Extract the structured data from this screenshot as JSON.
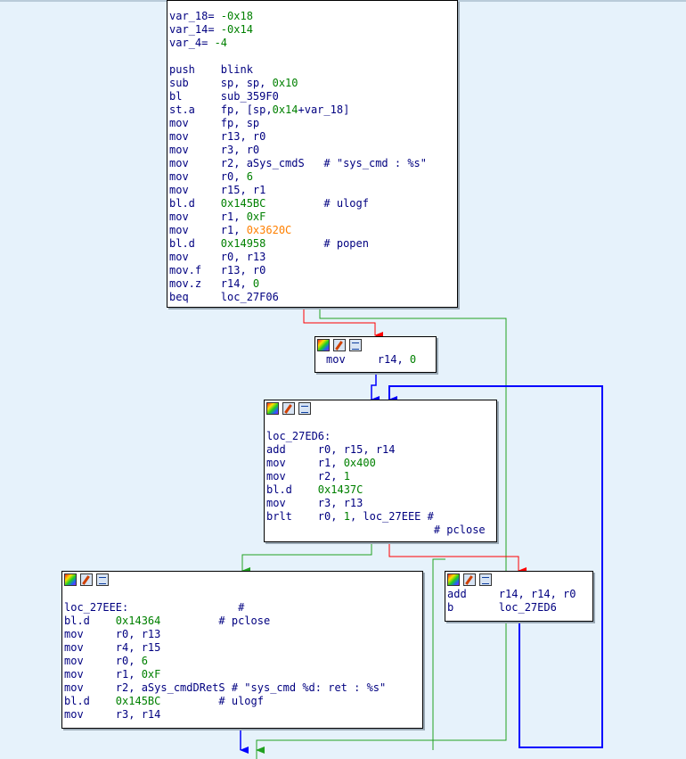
{
  "colors": {
    "background": "#e6f2fb",
    "edge_true": "#21a121",
    "edge_false": "#ff0000",
    "edge_uncond": "#0000ff",
    "text": "#000080",
    "number": "#008000",
    "address": "#ff8000"
  },
  "icons": [
    "color-palette-icon",
    "edit-icon",
    "graph-view-icon"
  ],
  "nodes": [
    {
      "id": "block-entry",
      "header": false,
      "lines": [
        [
          [
            "var_18= ",
            "lab"
          ],
          [
            "-0x18",
            "num"
          ]
        ],
        [
          [
            "var_14= ",
            "lab"
          ],
          [
            "-0x14",
            "num"
          ]
        ],
        [
          [
            "var_4= ",
            "lab"
          ],
          [
            "-4",
            "num"
          ]
        ],
        [],
        [
          [
            "push    ",
            "mn"
          ],
          [
            "blink",
            "op"
          ]
        ],
        [
          [
            "sub     ",
            "mn"
          ],
          [
            "sp, sp, ",
            "op"
          ],
          [
            "0x10",
            "num"
          ]
        ],
        [
          [
            "bl      ",
            "mn"
          ],
          [
            "sub_359F0",
            "op"
          ]
        ],
        [
          [
            "st.a    ",
            "mn"
          ],
          [
            "fp, [sp,",
            "op"
          ],
          [
            "0x14",
            "num"
          ],
          [
            "+var_18]",
            "op"
          ]
        ],
        [
          [
            "mov     ",
            "mn"
          ],
          [
            "fp, sp",
            "op"
          ]
        ],
        [
          [
            "mov     ",
            "mn"
          ],
          [
            "r13, r0",
            "op"
          ]
        ],
        [
          [
            "mov     ",
            "mn"
          ],
          [
            "r3, r0",
            "op"
          ]
        ],
        [
          [
            "mov     ",
            "mn"
          ],
          [
            "r2, aSys_cmdS",
            "op"
          ],
          [
            "   # \"sys_cmd : %s\"",
            "cm"
          ]
        ],
        [
          [
            "mov     ",
            "mn"
          ],
          [
            "r0, ",
            "op"
          ],
          [
            "6",
            "num"
          ]
        ],
        [
          [
            "mov     ",
            "mn"
          ],
          [
            "r15, r1",
            "op"
          ]
        ],
        [
          [
            "bl.d    ",
            "mn"
          ],
          [
            "0x145BC",
            "num"
          ],
          [
            "         # ulogf",
            "cm"
          ]
        ],
        [
          [
            "mov     ",
            "mn"
          ],
          [
            "r1, ",
            "op"
          ],
          [
            "0xF",
            "num"
          ]
        ],
        [
          [
            "mov     ",
            "mn"
          ],
          [
            "r1, ",
            "op"
          ],
          [
            "0x3620C",
            "addr"
          ]
        ],
        [
          [
            "bl.d    ",
            "mn"
          ],
          [
            "0x14958",
            "num"
          ],
          [
            "         # popen",
            "cm"
          ]
        ],
        [
          [
            "mov     ",
            "mn"
          ],
          [
            "r0, r13",
            "op"
          ]
        ],
        [
          [
            "mov.f   ",
            "mn"
          ],
          [
            "r13, r0",
            "op"
          ]
        ],
        [
          [
            "mov.z   ",
            "mn"
          ],
          [
            "r14, ",
            "op"
          ],
          [
            "0",
            "num"
          ]
        ],
        [
          [
            "beq     ",
            "mn"
          ],
          [
            "loc_27F06",
            "op"
          ]
        ]
      ]
    },
    {
      "id": "block-mov-r14",
      "header": true,
      "lines": [
        [
          [
            "mov     ",
            "mn"
          ],
          [
            "r14, ",
            "op"
          ],
          [
            "0",
            "num"
          ]
        ]
      ]
    },
    {
      "id": "block-loc-27ed6",
      "header": true,
      "lines": [
        [],
        [
          [
            "loc_27ED6:",
            "lab"
          ]
        ],
        [
          [
            "add     ",
            "mn"
          ],
          [
            "r0, r15, r14",
            "op"
          ]
        ],
        [
          [
            "mov     ",
            "mn"
          ],
          [
            "r1, ",
            "op"
          ],
          [
            "0x400",
            "num"
          ]
        ],
        [
          [
            "mov     ",
            "mn"
          ],
          [
            "r2, ",
            "op"
          ],
          [
            "1",
            "num"
          ]
        ],
        [
          [
            "bl.d    ",
            "mn"
          ],
          [
            "0x1437C",
            "num"
          ]
        ],
        [
          [
            "mov     ",
            "mn"
          ],
          [
            "r3, r13",
            "op"
          ]
        ],
        [
          [
            "brlt    ",
            "mn"
          ],
          [
            "r0, ",
            "op"
          ],
          [
            "1",
            "num"
          ],
          [
            ", loc_27EEE #",
            "op"
          ]
        ],
        [
          [
            "                          # pclose",
            "cm"
          ]
        ]
      ]
    },
    {
      "id": "block-loc-27eee",
      "header": true,
      "lines": [
        [],
        [
          [
            "loc_27EEE:",
            "lab"
          ],
          [
            "                 #",
            "cm"
          ]
        ],
        [
          [
            "bl.d    ",
            "mn"
          ],
          [
            "0x14364",
            "num"
          ],
          [
            "         # pclose",
            "cm"
          ]
        ],
        [
          [
            "mov     ",
            "mn"
          ],
          [
            "r0, r13",
            "op"
          ]
        ],
        [
          [
            "mov     ",
            "mn"
          ],
          [
            "r4, r15",
            "op"
          ]
        ],
        [
          [
            "mov     ",
            "mn"
          ],
          [
            "r0, ",
            "op"
          ],
          [
            "6",
            "num"
          ]
        ],
        [
          [
            "mov     ",
            "mn"
          ],
          [
            "r1, ",
            "op"
          ],
          [
            "0xF",
            "num"
          ]
        ],
        [
          [
            "mov     ",
            "mn"
          ],
          [
            "r2, aSys_cmdDRetS",
            "op"
          ],
          [
            " # \"sys_cmd %d: ret : %s\"",
            "cm"
          ]
        ],
        [
          [
            "bl.d    ",
            "mn"
          ],
          [
            "0x145BC",
            "num"
          ],
          [
            "         # ulogf",
            "cm"
          ]
        ],
        [
          [
            "mov     ",
            "mn"
          ],
          [
            "r3, r14",
            "op"
          ]
        ]
      ]
    },
    {
      "id": "block-add-loop",
      "header": true,
      "lines": [
        [
          [
            "add     ",
            "mn"
          ],
          [
            "r14, r14, r0",
            "op"
          ]
        ],
        [
          [
            "b       ",
            "mn"
          ],
          [
            "loc_27ED6",
            "op"
          ]
        ]
      ]
    }
  ]
}
